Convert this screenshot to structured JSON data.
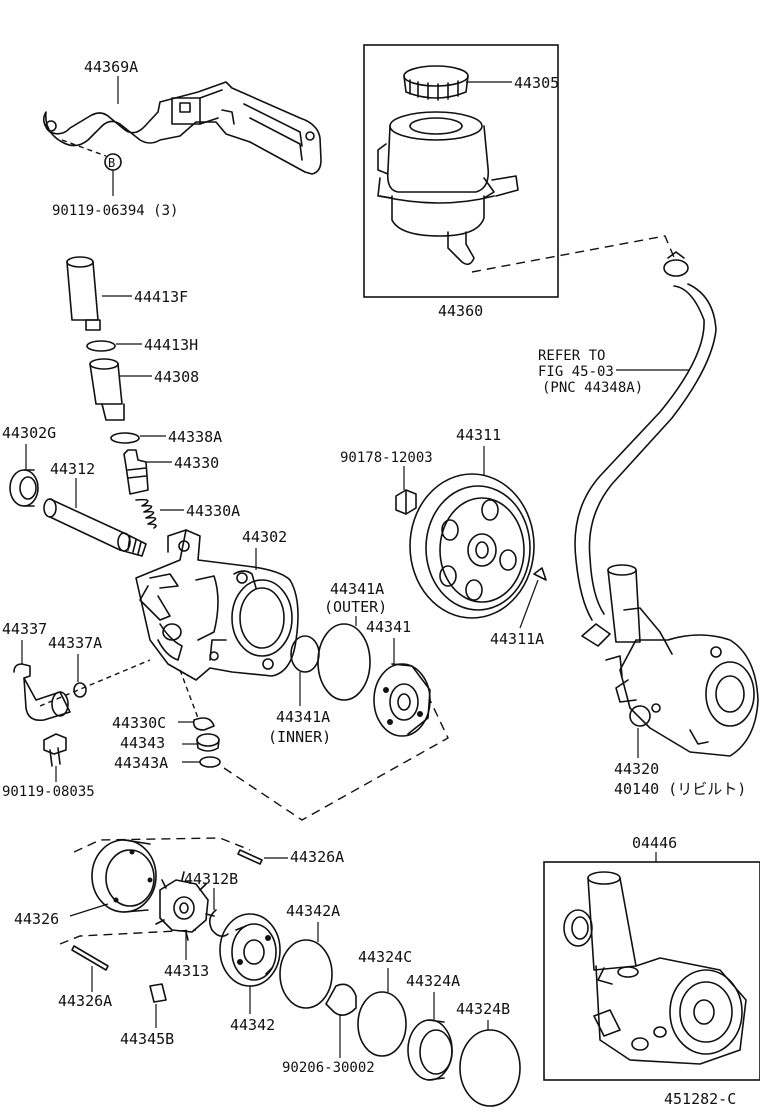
{
  "labels": {
    "p44369A": "44369A",
    "p90119_06394": "90119-06394 (3)",
    "pB": "B",
    "p44305": "44305",
    "p44360": "44360",
    "p44413F": "44413F",
    "p44413H": "44413H",
    "p44308": "44308",
    "p44302G": "44302G",
    "p44338A": "44338A",
    "p44330": "44330",
    "p44312": "44312",
    "p44330A": "44330A",
    "p44302": "44302",
    "p44311": "44311",
    "p90178_12003": "90178-12003",
    "refer1": "REFER TO",
    "refer2": "FIG 45-03",
    "refer3": "(PNC 44348A)",
    "p44341A_outer1": "44341A",
    "p44341A_outer2": "(OUTER)",
    "p44341": "44341",
    "p44311A": "44311A",
    "p44337": "44337",
    "p44337A": "44337A",
    "p44341A_inner1": "44341A",
    "p44341A_inner2": "(INNER)",
    "p44330C": "44330C",
    "p44343": "44343",
    "p44343A": "44343A",
    "p90119_08035": "90119-08035",
    "p44320": "44320",
    "p40140": "40140 (リビルト)",
    "p04446": "04446",
    "p44326A_top": "44326A",
    "p44312B": "44312B",
    "p44342A": "44342A",
    "p44326": "44326",
    "p44313": "44313",
    "p44324C": "44324C",
    "p44324A": "44324A",
    "p44326A_bot": "44326A",
    "p44324B": "44324B",
    "p44345B": "44345B",
    "p44342": "44342",
    "p90206_30002": "90206-30002",
    "figno": "451282-C"
  }
}
